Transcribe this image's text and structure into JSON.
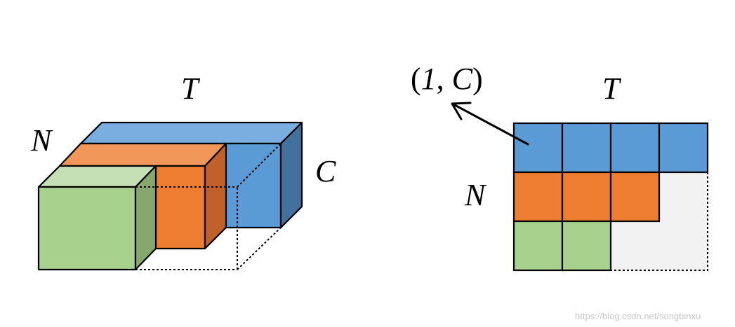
{
  "labels": {
    "left_T": "T",
    "left_N": "N",
    "left_C": "C",
    "right_T": "T",
    "right_N": "N",
    "tuple_open": "(",
    "tuple_one": "1",
    "tuple_sep": ", ",
    "tuple_C": "C",
    "tuple_close": ")"
  },
  "watermark": "https://blog.csdn.net/songbinxu",
  "colors": {
    "blue": "#5b9bd5",
    "blue_top": "#7aaee0",
    "blue_side": "#41719c",
    "orange": "#ed7d31",
    "orange_top": "#f1975a",
    "orange_side": "#c0602a",
    "green": "#a9d18e",
    "green_top": "#c5e0b4",
    "green_side": "#86a86f",
    "empty": "#f2f2f2"
  },
  "grid": {
    "rows": [
      {
        "name": "blue",
        "filled": 4
      },
      {
        "name": "orange",
        "filled": 3
      },
      {
        "name": "green",
        "filled": 2
      }
    ],
    "columns": 4
  }
}
